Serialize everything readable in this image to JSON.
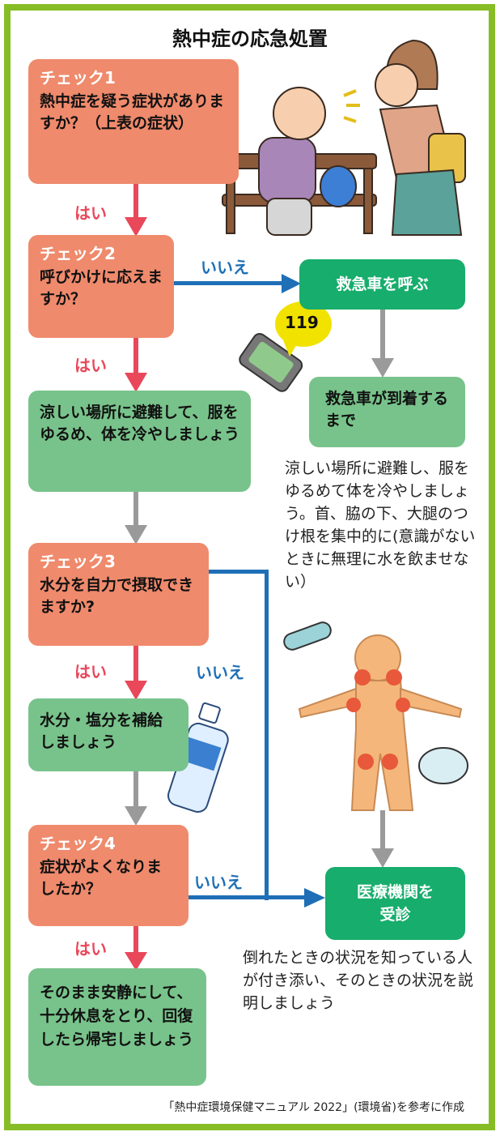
{
  "title": "熱中症の応急処置",
  "check1": {
    "label": "チェック1",
    "text": "熱中症を疑う症状がありますか？（上表の症状）"
  },
  "check2": {
    "label": "チェック2",
    "text": "呼びかけに応えますか？"
  },
  "check3": {
    "label": "チェック3",
    "text": "水分を自力で摂取できますか?"
  },
  "check4": {
    "label": "チェック4",
    "text": "症状がよくなりましたか？"
  },
  "yes_label": "はい",
  "no_label": "いいえ",
  "action_cool": "涼しい場所に避難して、服をゆるめ、体を冷やしましょう",
  "action_ambulance": "救急車を呼ぶ",
  "phone_number": "119",
  "action_wait": "救急車が到着するまで",
  "wait_note": "涼しい場所に避難し、服をゆるめて体を冷やしましょう。首、脇の下、大腿のつけ根を集中的に(意識がないときに無理に水を飲ませない）",
  "action_water": "水分・塩分を補給しましょう",
  "action_hospital": "医療機関を受診",
  "hospital_note": "倒れたときの状況を知っている人が付き添い、そのときの状況を説明しましょう",
  "action_rest": "そのまま安静にして、十分休息をとり、回復したら帰宅しましょう",
  "footer": "「熱中症環境保健マニュアル 2022」(環境省)を参考に作成",
  "colors": {
    "frame": "#86bd26",
    "check": "#ef8a6c",
    "action": "#78c38b",
    "emergency": "#17ad6c",
    "yes": "#e8485a",
    "no": "#1e6fb5",
    "flow": "#9a9a9a"
  }
}
